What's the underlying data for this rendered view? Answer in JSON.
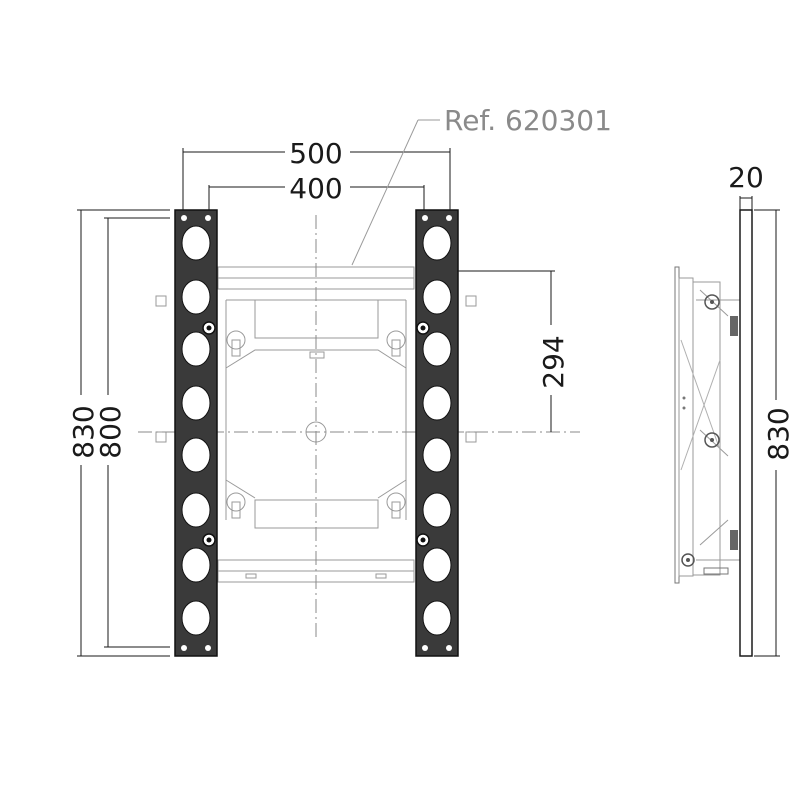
{
  "reference": "Ref. 620301",
  "dimensions": {
    "outer_width": "500",
    "inner_width": "400",
    "outer_height": "830",
    "inner_height": "800",
    "offset": "294",
    "depth": "20",
    "side_height": "830"
  },
  "colors": {
    "rail_fill": "#3a3a3a",
    "rail_stroke": "#111111",
    "line": "#1a1a1a",
    "bracket": "#9a9a9a"
  }
}
